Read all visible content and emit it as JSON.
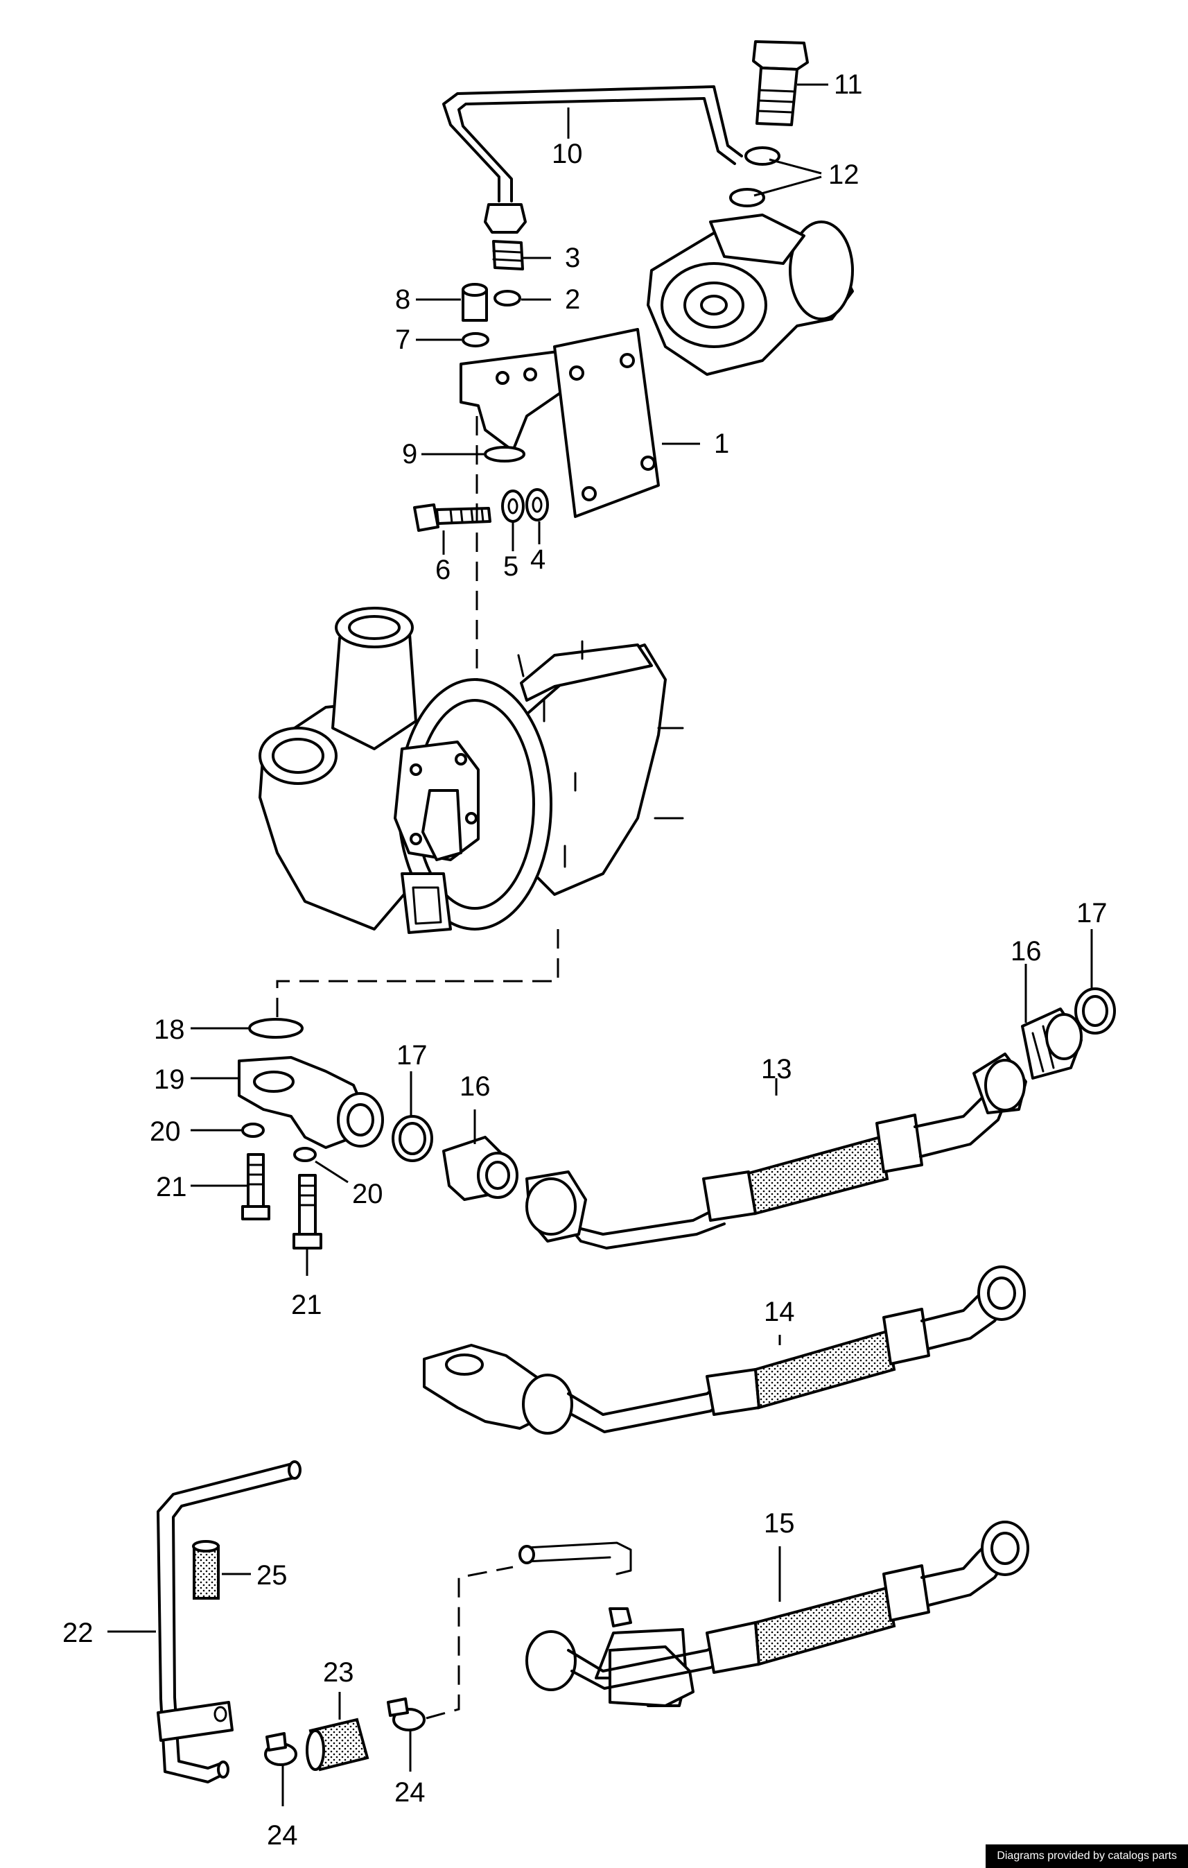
{
  "callouts": {
    "c1": "1",
    "c2": "2",
    "c3": "3",
    "c4": "4",
    "c5": "5",
    "c6": "6",
    "c7": "7",
    "c8": "8",
    "c9": "9",
    "c10": "10",
    "c11": "11",
    "c12": "12",
    "c13": "13",
    "c14": "14",
    "c15": "15",
    "c16a": "16",
    "c16b": "16",
    "c17a": "17",
    "c17b": "17",
    "c18": "18",
    "c19": "19",
    "c20a": "20",
    "c20b": "20",
    "c21a": "21",
    "c21b": "21",
    "c22": "22",
    "c23": "23",
    "c24a": "24",
    "c24b": "24",
    "c25": "25"
  },
  "credit": "Diagrams provided by catalogs parts"
}
